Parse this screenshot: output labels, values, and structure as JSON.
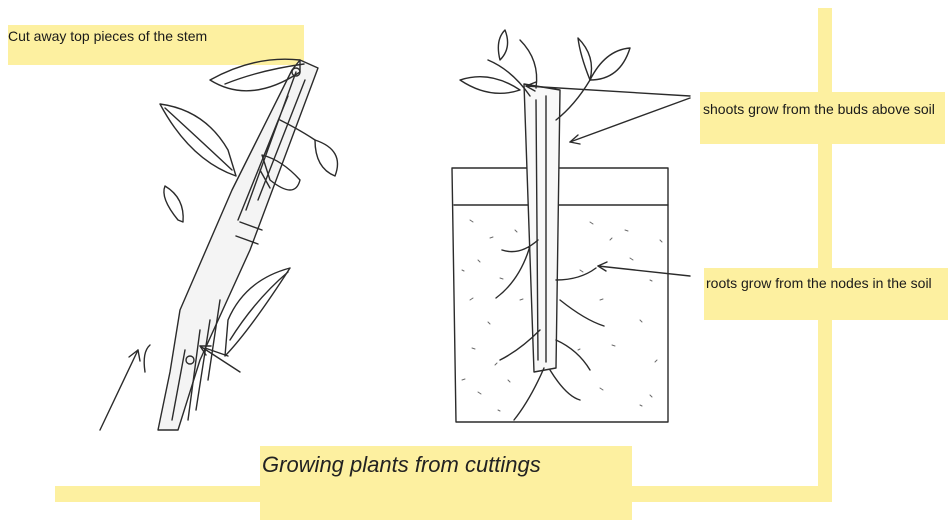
{
  "labels": {
    "cut_away": "Cut away top pieces of the stem",
    "shoots": "shoots grow from the buds above soil",
    "roots": "roots grow from the nodes in the soil"
  },
  "caption": "Growing plants from cuttings",
  "colors": {
    "highlight": "#fdf0a0",
    "ink": "#2b2b2b",
    "soil_dots": "#6b6b6b"
  }
}
